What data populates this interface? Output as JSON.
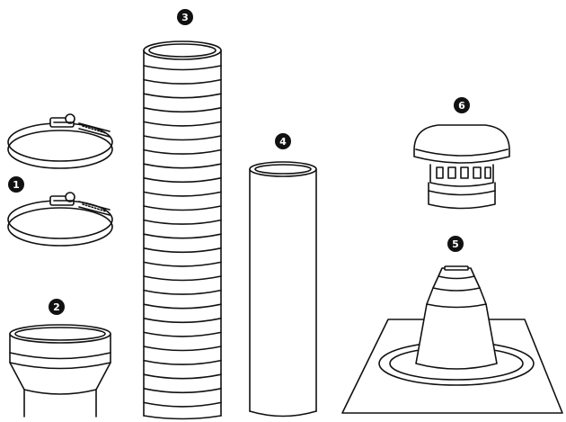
{
  "badges": {
    "clamps": "1",
    "reducer": "2",
    "flex_pipe": "3",
    "straight_pipe": "4",
    "roof_flashing": "5",
    "vent_cap": "6"
  },
  "colors": {
    "line": "#111111",
    "badge": "#111111",
    "background": "#ffffff"
  }
}
